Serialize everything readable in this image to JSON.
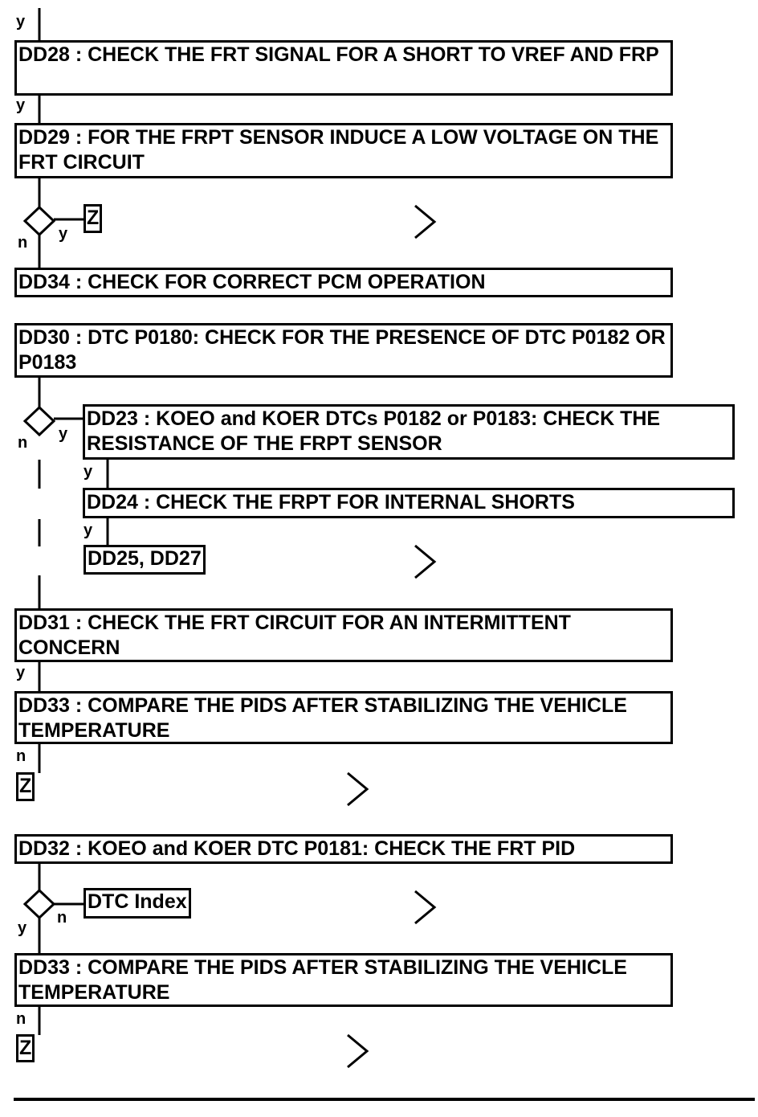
{
  "labels": {
    "yes": "y",
    "no": "n"
  },
  "steps": {
    "dd28": "DD28 : CHECK THE FRT SIGNAL FOR A SHORT TO VREF AND FRP",
    "dd29": "DD29 : FOR THE FRPT SENSOR INDUCE A LOW VOLTAGE ON THE FRT CIRCUIT",
    "dd34": "DD34 : CHECK FOR CORRECT PCM OPERATION",
    "dd30": "DD30 : DTC P0180: CHECK FOR THE PRESENCE OF DTC P0182 OR P0183",
    "dd23": "DD23 : KOEO and KOER DTCs P0182 or P0183: CHECK THE RESISTANCE OF THE FRPT SENSOR",
    "dd24": "DD24 : CHECK THE FRPT FOR INTERNAL SHORTS",
    "dd31": "DD31 : CHECK THE FRT CIRCUIT FOR AN INTERMITTENT CONCERN",
    "dd33a": "DD33 : COMPARE THE PIDS AFTER STABILIZING THE VEHICLE TEMPERATURE",
    "dd32": "DD32 : KOEO and KOER DTC P0181: CHECK THE FRT PID",
    "dd33b": "DD33 : COMPARE THE PIDS AFTER STABILIZING THE VEHICLE TEMPERATURE"
  },
  "refs": {
    "z1": "Z",
    "dd25_27": "DD25, DD27",
    "z2": "Z",
    "dtc_index": "DTC Index",
    "z3": "Z"
  },
  "icons": {
    "arrow": "chevron-right-icon",
    "decision": "diamond-icon"
  },
  "colors": {
    "line": "#000000",
    "background": "#ffffff"
  }
}
